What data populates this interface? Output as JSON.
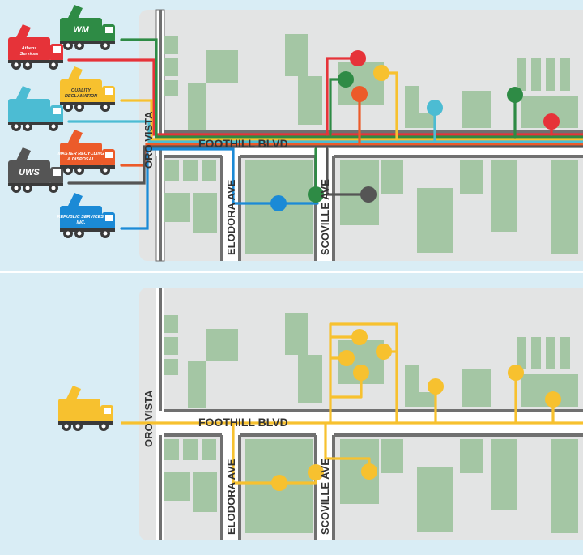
{
  "colors": {
    "background": "#d9edf5",
    "block": "#e3e4e4",
    "building": "#a4c6a4",
    "road": "#ffffff",
    "road_edge": "#707070",
    "wm": "#2e8b45",
    "athens": "#e63339",
    "quality": "#f7c12f",
    "cyan": "#4cbcd3",
    "uws": "#555555",
    "master": "#ec5b2a",
    "republic": "#1b8ad6",
    "single": "#f7c12f"
  },
  "streets": {
    "foothill": "FOOTHILL BLVD",
    "oro_vista": "ORO VISTA",
    "elodora": "ELODORA AVE",
    "scoville": "SCOVILLE AVE"
  },
  "haulers": [
    {
      "id": "athens",
      "label": "Athens Services",
      "color": "#e63339",
      "icon": "dumpster-truck-icon"
    },
    {
      "id": "wm",
      "label": "WM",
      "color": "#2e8b45",
      "icon": "roll-off-truck-icon"
    },
    {
      "id": "cyan",
      "label": "",
      "color": "#4cbcd3",
      "icon": "recycling-truck-icon"
    },
    {
      "id": "quality",
      "label": "QUALITY RECLAMATION",
      "color": "#f7c12f",
      "icon": "hauler-truck-icon"
    },
    {
      "id": "uws",
      "label": "UWS",
      "color": "#555555",
      "icon": "hauler-truck-icon"
    },
    {
      "id": "master",
      "label": "MASTER RECYCLING & DISPOSAL",
      "color": "#ec5b2a",
      "icon": "hauler-truck-icon"
    },
    {
      "id": "republic",
      "label": "REPUBLIC SERVICES, INC.",
      "color": "#1b8ad6",
      "icon": "hauler-truck-icon"
    }
  ],
  "single_hauler": {
    "color": "#f7c12f",
    "icon": "hauler-truck-icon"
  }
}
